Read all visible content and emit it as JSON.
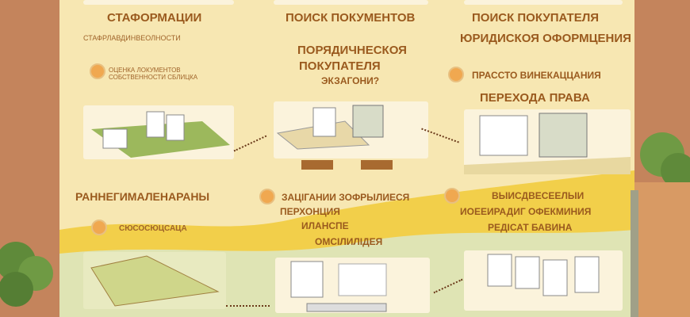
{
  "col1": {
    "title": "СТАФОРМАЦИИ",
    "line": "СТАФРЛАВДИНВЕОЛНОСТИ",
    "note": "ОЦЕНКА ЛОКУМЕНТОВ СОБСТВЕННОСТИ СБЛИЦКА",
    "title2": "РАННЕГИМАЛЕНАРАНЫ",
    "note2": "СЮСОСЮЦСАЦА"
  },
  "col2": {
    "title": "ПОИСК ПОКУМЕНТОВ",
    "sub1": "ПОРЯДИЧНЕСКОЯ",
    "sub2": "ПОКУПАТЕЛЯ",
    "sub3": "ЭКЗАГОНИ?",
    "note1": "ЗАЦІГАНИИ ЗОФРЫЛИЕСЯ",
    "note2": "ПЕРХОНЦИЯ",
    "note3": "ИЛАНСПЕ",
    "note4": "ОМСІЛИЛІДЕЯ"
  },
  "col3": {
    "title": "ПОИСК ПОКУПАТЕЛЯ",
    "sub": "ЮРИДИСКОЯ ОФОРМЦЕНИЯ",
    "note": "ПРАССТО ВИНЕКАЦЦАНИЯ",
    "title2": "ПЕРЕХОДА ПРАВА",
    "n1": "ВЫИСДВЕСЕЕЛЫИ",
    "n2": "ИОЕЕИРАДИГ ОФЕКМИНИЯ",
    "n3": "РЕДІСАТ БАВИНА"
  },
  "colors": {
    "bg": "#c4845c",
    "panel": "#f7e7b2",
    "yellow": "#f2cf4a",
    "green": "#d9e3b0",
    "text": "#9a5a1e"
  }
}
